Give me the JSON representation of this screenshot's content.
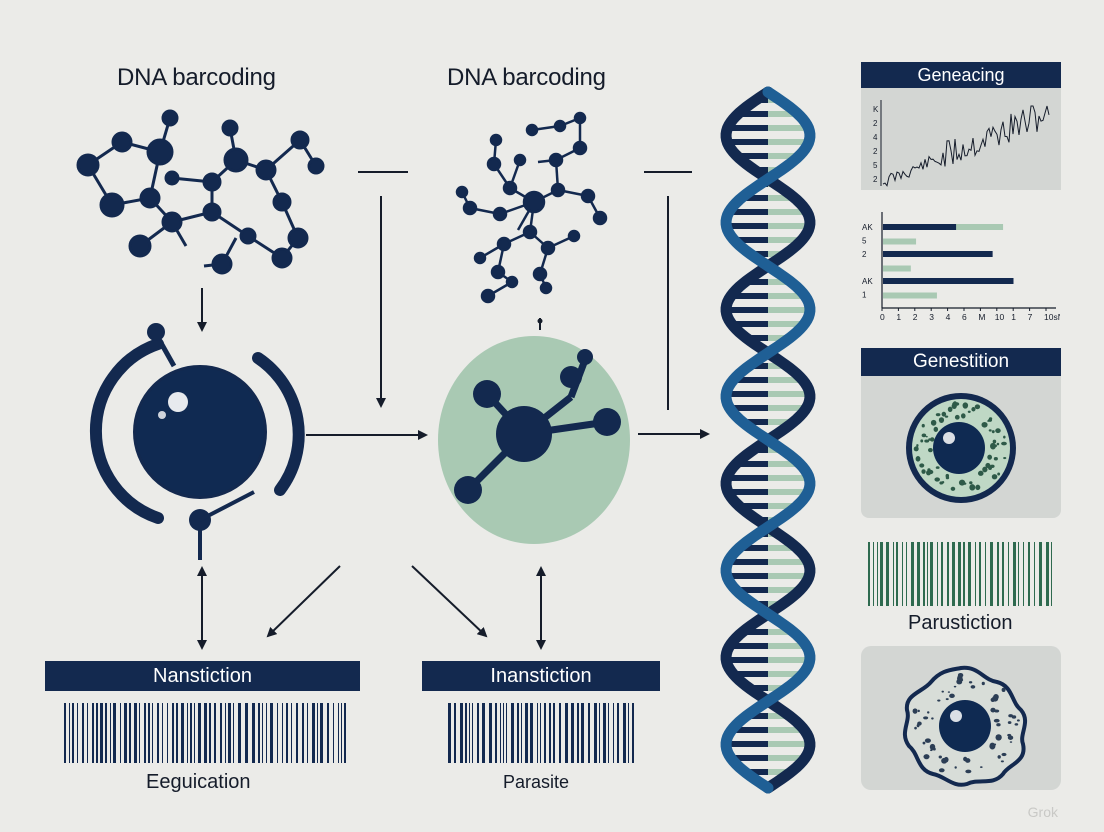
{
  "titles": {
    "left": "DNA barcoding",
    "middle": "DNA barcoding"
  },
  "banners": {
    "left": "Nanstiction",
    "middle": "Inanstiction",
    "chart": "Geneacing",
    "cell": "Genestition"
  },
  "captions": {
    "left_barcode": "Eeguication",
    "middle_barcode": "Parasite",
    "right_barcode": "Parustiction"
  },
  "line_chart": {
    "y_ticks": [
      "K",
      "2",
      "4",
      "2",
      "5",
      "2"
    ]
  },
  "bar_chart": {
    "y_ticks": [
      "AK",
      "5",
      "2",
      "",
      "AK",
      "1"
    ],
    "x_ticks": [
      "0",
      "1",
      "2",
      "3",
      "4",
      "6",
      "M",
      "10",
      "1",
      "7",
      "10sN"
    ],
    "bars": [
      {
        "dark": 0.42,
        "light": 0.69
      },
      {
        "dark": 0,
        "light": 0.19
      },
      {
        "dark": 0.63,
        "light": 0
      },
      {
        "dark": 0,
        "light": 0.16
      },
      {
        "dark": 0.75,
        "light": 0
      },
      {
        "dark": 0,
        "light": 0.31
      }
    ]
  },
  "colors": {
    "navy": "#13294f",
    "blue": "#1f5f95",
    "sage": "#a9c9b3",
    "green_barcode": "#2e6a4f",
    "background": "#ebebe8"
  },
  "watermark": "Grok"
}
